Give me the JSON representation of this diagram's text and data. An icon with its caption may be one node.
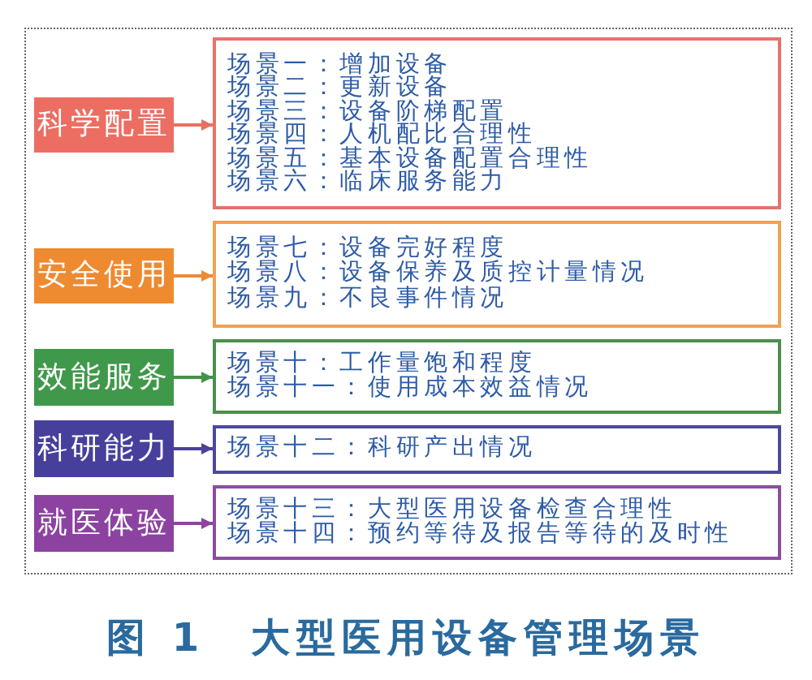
{
  "diagram": {
    "caption": "图 1　大型医用设备管理场景",
    "nodes": [
      {
        "text": [
          "科学配置"
        ]
      },
      {
        "text": [
          "场景一：增加设备",
          "场景二：更新设备",
          "场景三：设备阶梯配置",
          "场景四：人机配比合理性",
          "场景五：基本设备配置合理性",
          "场景六：临床服务能力"
        ]
      },
      {
        "text": [
          "安全使用"
        ]
      },
      {
        "text": [
          "场景七：设备完好程度",
          "场景八：设备保养及质控计量情况",
          "场景九：不良事件情况"
        ]
      },
      {
        "text": [
          "效能服务"
        ]
      },
      {
        "text": [
          "场景十：工作量饱和程度",
          "场景十一：使用成本效益情况"
        ]
      },
      {
        "text": [
          "科研能力"
        ]
      },
      {
        "text": [
          "场景十二：科研产出情况"
        ]
      },
      {
        "text": [
          "就医体验"
        ]
      },
      {
        "text": [
          "场景十三：大型医用设备检查合理性",
          "场景十四：预约等待及报告等待的及时性"
        ]
      }
    ],
    "edges": [
      {
        "from": 0,
        "to": 1,
        "arrow": "to",
        "color": "#e8705f"
      },
      {
        "from": 2,
        "to": 3,
        "arrow": "to",
        "color": "#ee8a35"
      },
      {
        "from": 4,
        "to": 5,
        "arrow": "to",
        "color": "#44934a"
      },
      {
        "from": 6,
        "to": 7,
        "arrow": "to",
        "color": "#4a4399"
      },
      {
        "from": 8,
        "to": 9,
        "arrow": "to",
        "color": "#8d449f"
      }
    ]
  }
}
